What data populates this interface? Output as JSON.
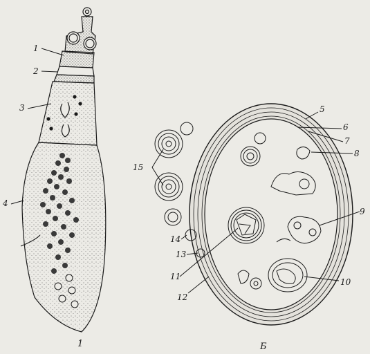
{
  "figure": {
    "panel_left_caption": "1",
    "panel_right_caption": "Б",
    "labels": {
      "l1": "1",
      "l2": "2",
      "l3": "3",
      "l4": "4",
      "l5": "5",
      "l6": "6",
      "l7": "7",
      "l8": "8",
      "l9": "9",
      "l10": "10",
      "l11": "11",
      "l12": "12",
      "l13": "13",
      "l14": "14",
      "l15": "15"
    }
  }
}
